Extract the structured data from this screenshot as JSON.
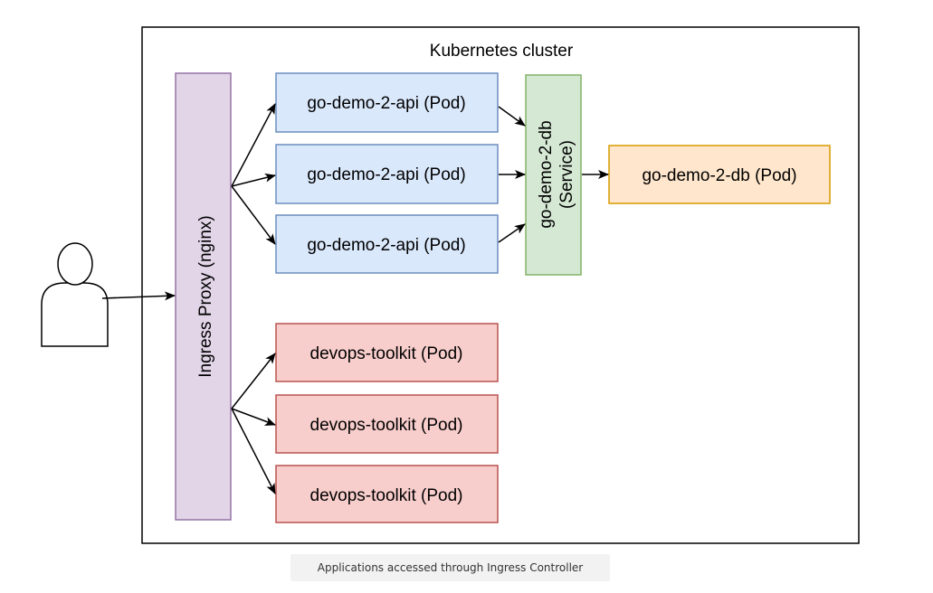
{
  "diagram": {
    "cluster_label": "Kubernetes cluster",
    "ingress": {
      "label": "Ingress Proxy (nginx)",
      "fill": "#e1d5e7",
      "stroke": "#9673a6"
    },
    "api_pods": [
      {
        "label": "go-demo-2-api (Pod)"
      },
      {
        "label": "go-demo-2-api (Pod)"
      },
      {
        "label": "go-demo-2-api (Pod)"
      }
    ],
    "api_pod_style": {
      "fill": "#dae8fc",
      "stroke": "#6c8ebf"
    },
    "service": {
      "line1": "go-demo-2-db",
      "line2": "(Service)",
      "fill": "#d5e8d4",
      "stroke": "#82b366"
    },
    "db_pod": {
      "label": "go-demo-2-db (Pod)",
      "fill": "#ffe6cc",
      "stroke": "#d79b00"
    },
    "toolkit_pods": [
      {
        "label": "devops-toolkit (Pod)"
      },
      {
        "label": "devops-toolkit (Pod)"
      },
      {
        "label": "devops-toolkit (Pod)"
      }
    ],
    "toolkit_pod_style": {
      "fill": "#f8cecc",
      "stroke": "#b85450"
    },
    "user_icon": "person-icon"
  },
  "caption": "Applications accessed through Ingress Controller"
}
